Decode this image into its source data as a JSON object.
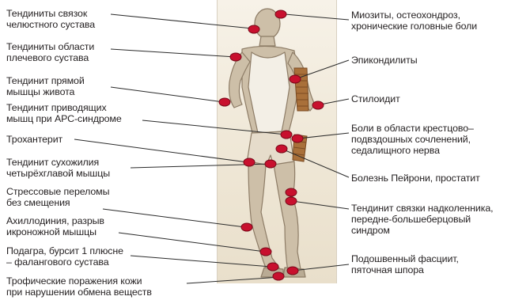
{
  "labels_left": [
    "Тендиниты связок\nчелюстного сустава",
    "Тендиниты области\nплечевого сустава",
    "Тендинит прямой\nмышцы живота",
    "Тендинит приводящих\nмышц при АРС-синдроме",
    "Трохантерит",
    "Тендинит сухожилия\nчетырёхглавой мышцы",
    "Стрессовые переломы\nбез смещения",
    "Ахиллодиния, разрыв\nикроножной мышцы",
    "Подагра, бурсит 1 плюсне\n– фалангового сустава",
    "Трофические поражения кожи\nпри нарушении обмена веществ"
  ],
  "labels_right": [
    "Миозиты, остеохондроз,\nхронические головные боли",
    "Эпикондилиты",
    "Стилоидит",
    "Боли в области крестцово–\nподвздошных сочленений,\nседалищного нерва",
    "Болезнь Пейрони, простатит",
    "Тендинит связки надколенника,\nпередне-большеберцовый\nсиндром",
    "Подошвенный фасциит,\nпяточная шпора"
  ],
  "colors": {
    "marker": "#c8102e",
    "marker_outline": "#7a0a1a",
    "leader_line": "#2b2b2b",
    "text": "#231f20",
    "figure_tone": "#9a8a74"
  }
}
